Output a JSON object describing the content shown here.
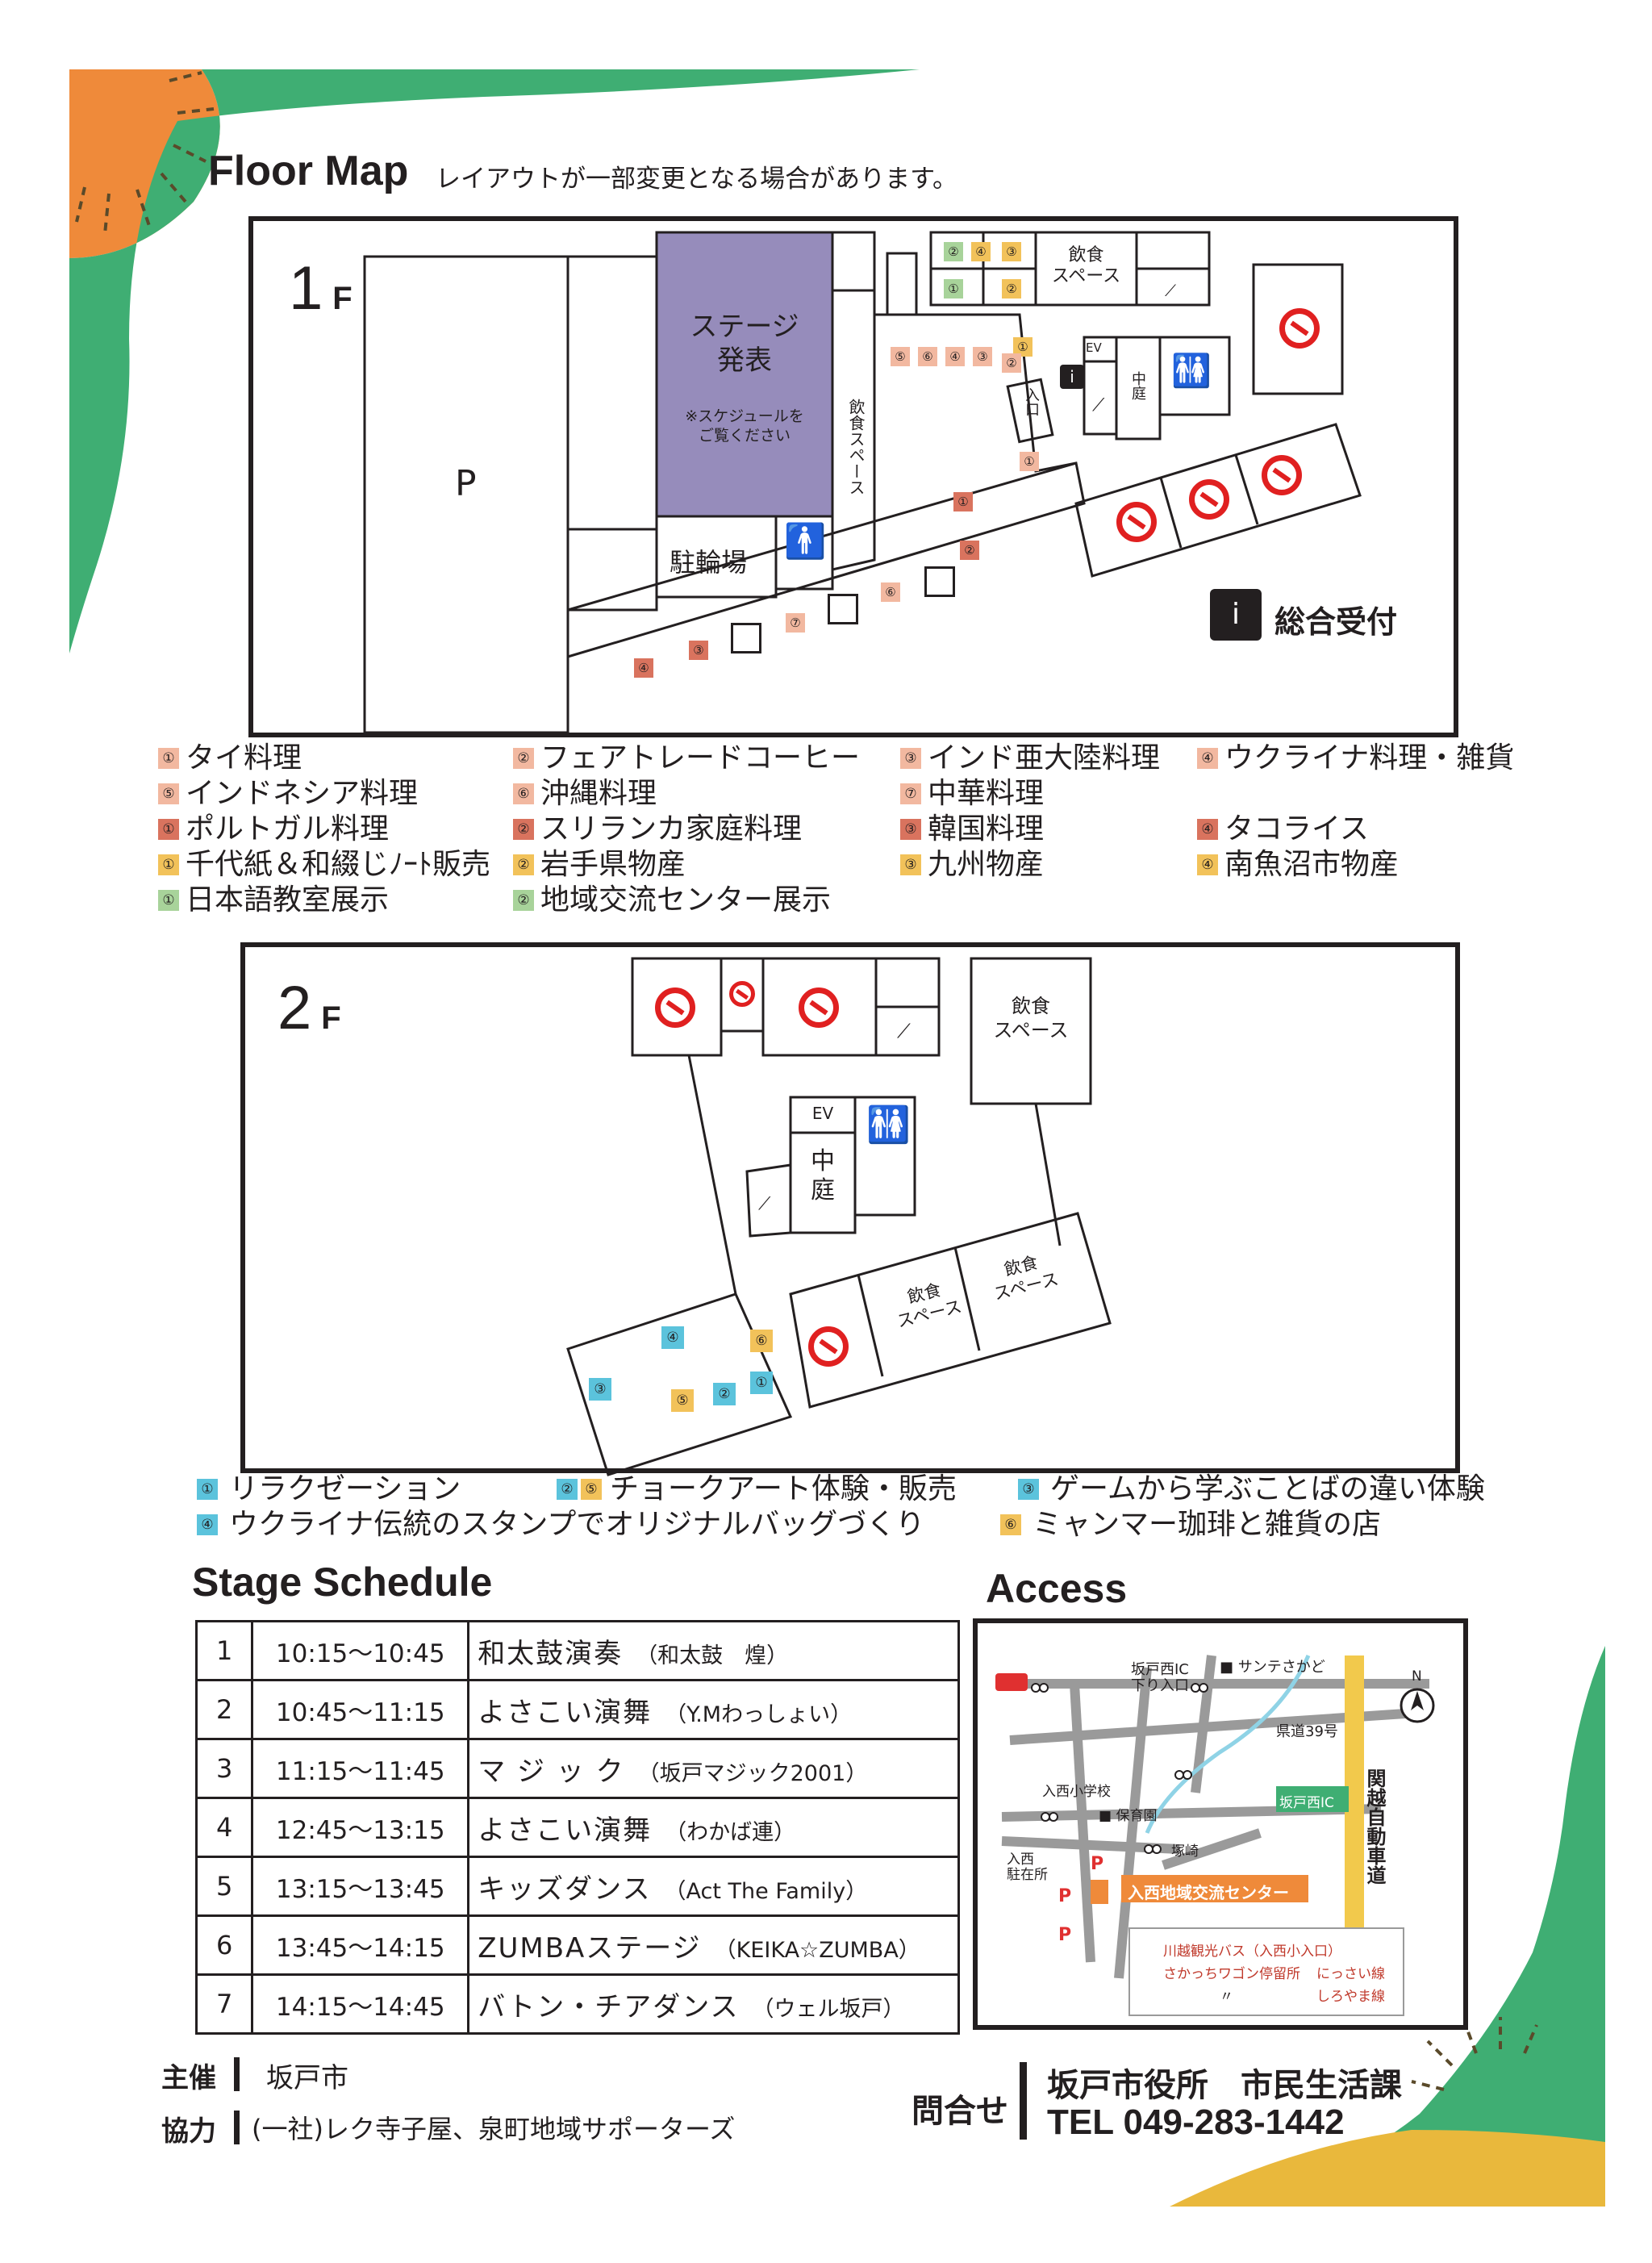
{
  "floor_map": {
    "title": "Floor Map",
    "note": "レイアウトが一部変更となる場合があります。",
    "floor1": {
      "label_num": "1",
      "label_f": "F",
      "parking": "P",
      "stage": "ステージ\n発表",
      "stage_note": "※スケジュールを\nご覧ください",
      "bike_parking": "駐輪場",
      "dining_right": "飲食\nスペース",
      "dining_vertical": "飲食スペース",
      "entrance": "入口",
      "ev": "EV",
      "courtyard": "中庭",
      "info_label": "総合受付",
      "info_symbol": "i"
    },
    "floor2": {
      "label_num": "2",
      "label_f": "F",
      "dining_top": "飲食\nスペース",
      "dining_a": "飲食\nスペース",
      "dining_b": "飲食\nスペース",
      "ev": "EV",
      "courtyard": "中\n庭"
    }
  },
  "colors": {
    "light_salmon": "#f2b8a0",
    "red": "#d9735e",
    "yellow": "#f2c25a",
    "green": "#a8d39a",
    "blue": "#5bc3dc",
    "stage_purple": "#968cbb",
    "deco_orange": "#ef8a3a",
    "deco_green": "#3fae73",
    "deco_yellow": "#e9b83c"
  },
  "legend1": [
    {
      "num": "①",
      "color": "light_salmon",
      "label": "タイ料理"
    },
    {
      "num": "②",
      "color": "light_salmon",
      "label": "フェアトレードコーヒー"
    },
    {
      "num": "③",
      "color": "light_salmon",
      "label": "インド亜大陸料理"
    },
    {
      "num": "④",
      "color": "light_salmon",
      "label": "ウクライナ料理・雑貨"
    },
    {
      "num": "⑤",
      "color": "light_salmon",
      "label": "インドネシア料理"
    },
    {
      "num": "⑥",
      "color": "light_salmon",
      "label": "沖縄料理"
    },
    {
      "num": "⑦",
      "color": "light_salmon",
      "label": "中華料理"
    },
    {
      "num": "①",
      "color": "red",
      "label": "ポルトガル料理"
    },
    {
      "num": "②",
      "color": "red",
      "label": "スリランカ家庭料理"
    },
    {
      "num": "③",
      "color": "red",
      "label": "韓国料理"
    },
    {
      "num": "④",
      "color": "red",
      "label": "タコライス"
    },
    {
      "num": "①",
      "color": "yellow",
      "label": "千代紙＆和綴じﾉｰﾄ販売"
    },
    {
      "num": "②",
      "color": "yellow",
      "label": "岩手県物産"
    },
    {
      "num": "③",
      "color": "yellow",
      "label": "九州物産"
    },
    {
      "num": "④",
      "color": "yellow",
      "label": "南魚沼市物産"
    },
    {
      "num": "①",
      "color": "green",
      "label": "日本語教室展示"
    },
    {
      "num": "②",
      "color": "green",
      "label": "地域交流センター展示"
    }
  ],
  "legend2": [
    {
      "nums": [
        "①"
      ],
      "colors": [
        "blue"
      ],
      "label": "リラクゼーション"
    },
    {
      "nums": [
        "②",
        "⑤"
      ],
      "colors": [
        "blue",
        "yellow"
      ],
      "label": "チョークアート体験・販売"
    },
    {
      "nums": [
        "③"
      ],
      "colors": [
        "blue"
      ],
      "label": "ゲームから学ぶことばの違い体験"
    },
    {
      "nums": [
        "④"
      ],
      "colors": [
        "blue"
      ],
      "label": "ウクライナ伝統のスタンプでオリジナルバッグづくり"
    },
    {
      "nums": [
        "⑥"
      ],
      "colors": [
        "yellow"
      ],
      "label": "ミャンマー珈琲と雑貨の店"
    }
  ],
  "stage_schedule": {
    "title": "Stage Schedule",
    "rows": [
      {
        "no": "1",
        "time": "10:15〜10:45",
        "performance": "和太鼓演奏",
        "group": "（和太鼓　煌）"
      },
      {
        "no": "2",
        "time": "10:45〜11:15",
        "performance": "よさこい演舞",
        "group": "（Y.Mわっしょい）"
      },
      {
        "no": "3",
        "time": "11:15〜11:45",
        "performance": "マ ジ ッ ク",
        "group": "（坂戸マジック2001）"
      },
      {
        "no": "4",
        "time": "12:45〜13:15",
        "performance": "よさこい演舞",
        "group": "（わかば連）"
      },
      {
        "no": "5",
        "time": "13:15〜13:45",
        "performance": "キッズダンス",
        "group": "（Act The Family）"
      },
      {
        "no": "6",
        "time": "13:45〜14:15",
        "performance": "ZUMBAステージ",
        "group": "（KEIKA☆ZUMBA）"
      },
      {
        "no": "7",
        "time": "14:15〜14:45",
        "performance": "バトン・チアダンス",
        "group": "（ウェル坂戸）"
      }
    ]
  },
  "access": {
    "title": "Access",
    "labels": {
      "sakado_nishi_ic_exit": "坂戸西IC\n下り入口",
      "sunte": "■ サンテさかど",
      "route39": "県道39号",
      "irinishi_school": "入西小学校",
      "nursery": "■ 保育園",
      "tsukazaki": "塚崎",
      "sakado_nishi_ic": "坂戸西IC",
      "expressway": "関越自動車道",
      "irinishi_police": "入西\n駐在所",
      "center": "入西地域交流センター",
      "north": "N",
      "parking": "P",
      "legend_bus": "川越観光バス（入西小入口）",
      "legend_wagon": "さかっちワゴン停留所",
      "legend_nissai": "にっさい線",
      "legend_ditto": "〃",
      "legend_shiroyama": "しろやま線"
    }
  },
  "footer": {
    "organizer_label": "主催",
    "organizer": "坂戸市",
    "cooperation_label": "協力",
    "cooperation": "(一社)レク寺子屋、泉町地域サポーターズ",
    "contact_label": "問合せ",
    "contact_org": "坂戸市役所　市民生活課",
    "contact_tel": "TEL 049-283-1442"
  }
}
